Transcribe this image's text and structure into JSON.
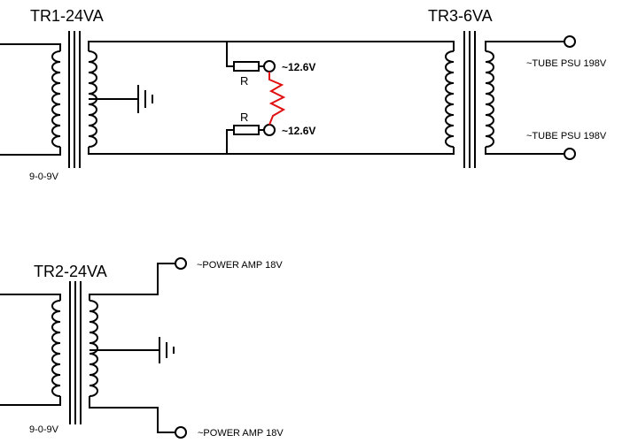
{
  "tr1": {
    "title": "TR1-24VA",
    "primary": "9-0-9V"
  },
  "tr2": {
    "title": "TR2-24VA",
    "primary": "9-0-9V"
  },
  "tr3": {
    "title": "TR3-6VA"
  },
  "resistor_label": "R",
  "outputs": {
    "tr1_top": "~12.6V",
    "tr1_bottom": "~12.6V",
    "tube_top": "~TUBE PSU 198V",
    "tube_bottom": "~TUBE PSU 198V",
    "amp_top": "~POWER AMP 18V",
    "amp_bottom": "~POWER AMP 18V"
  },
  "colors": {
    "link": "#e01010",
    "wire": "#000000"
  }
}
